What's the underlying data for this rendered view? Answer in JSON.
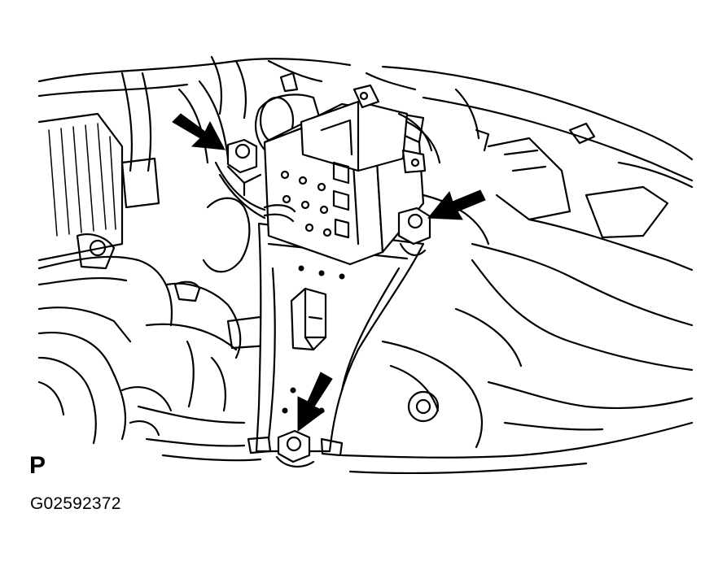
{
  "view_label": "P",
  "figure_id": "G02592372",
  "colors": {
    "line": "#000000",
    "background": "#ffffff"
  },
  "arrows": [
    {
      "name": "arrow-upper-left-bolt",
      "points_to": "bolt"
    },
    {
      "name": "arrow-right-bolt",
      "points_to": "bolt"
    },
    {
      "name": "arrow-bottom-bolt",
      "points_to": "bolt"
    }
  ]
}
